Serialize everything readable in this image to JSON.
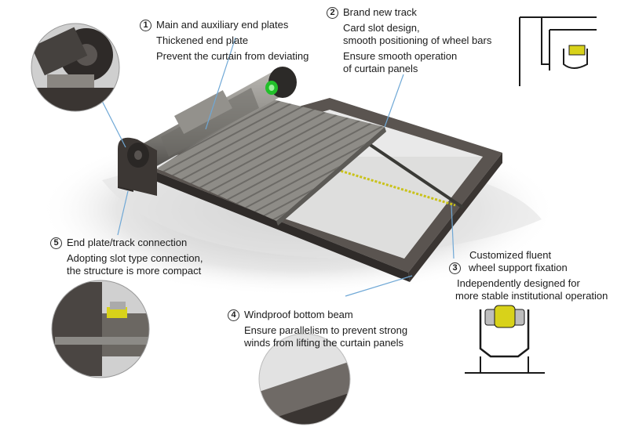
{
  "callouts": [
    {
      "num": "1",
      "title": "Main and auxiliary end plates",
      "lines": [
        "Thickened end plate",
        "Prevent the curtain from deviating"
      ]
    },
    {
      "num": "2",
      "title": "Brand new track",
      "lines": [
        "Card slot design,",
        "smooth positioning of wheel bars",
        "Ensure smooth operation",
        "of curtain panels"
      ]
    },
    {
      "num": "3",
      "title_lines": [
        "Customized fluent",
        "wheel support fixation"
      ],
      "lines": [
        "Independently designed for",
        "more stable institutional operation"
      ]
    },
    {
      "num": "4",
      "title": "Windproof bottom beam",
      "lines": [
        "Ensure parallelism to prevent strong",
        "winds from lifting the curtain panels"
      ]
    },
    {
      "num": "5",
      "title": "End plate/track connection",
      "lines": [
        "Adopting slot type connection,",
        "the structure is more compact"
      ]
    }
  ],
  "colors": {
    "frame": "#4a4440",
    "panel": "#8c8a86",
    "leader_line": "#6fa8d6",
    "wheel": "#d8d21a",
    "motor_led": "#22c02a"
  }
}
